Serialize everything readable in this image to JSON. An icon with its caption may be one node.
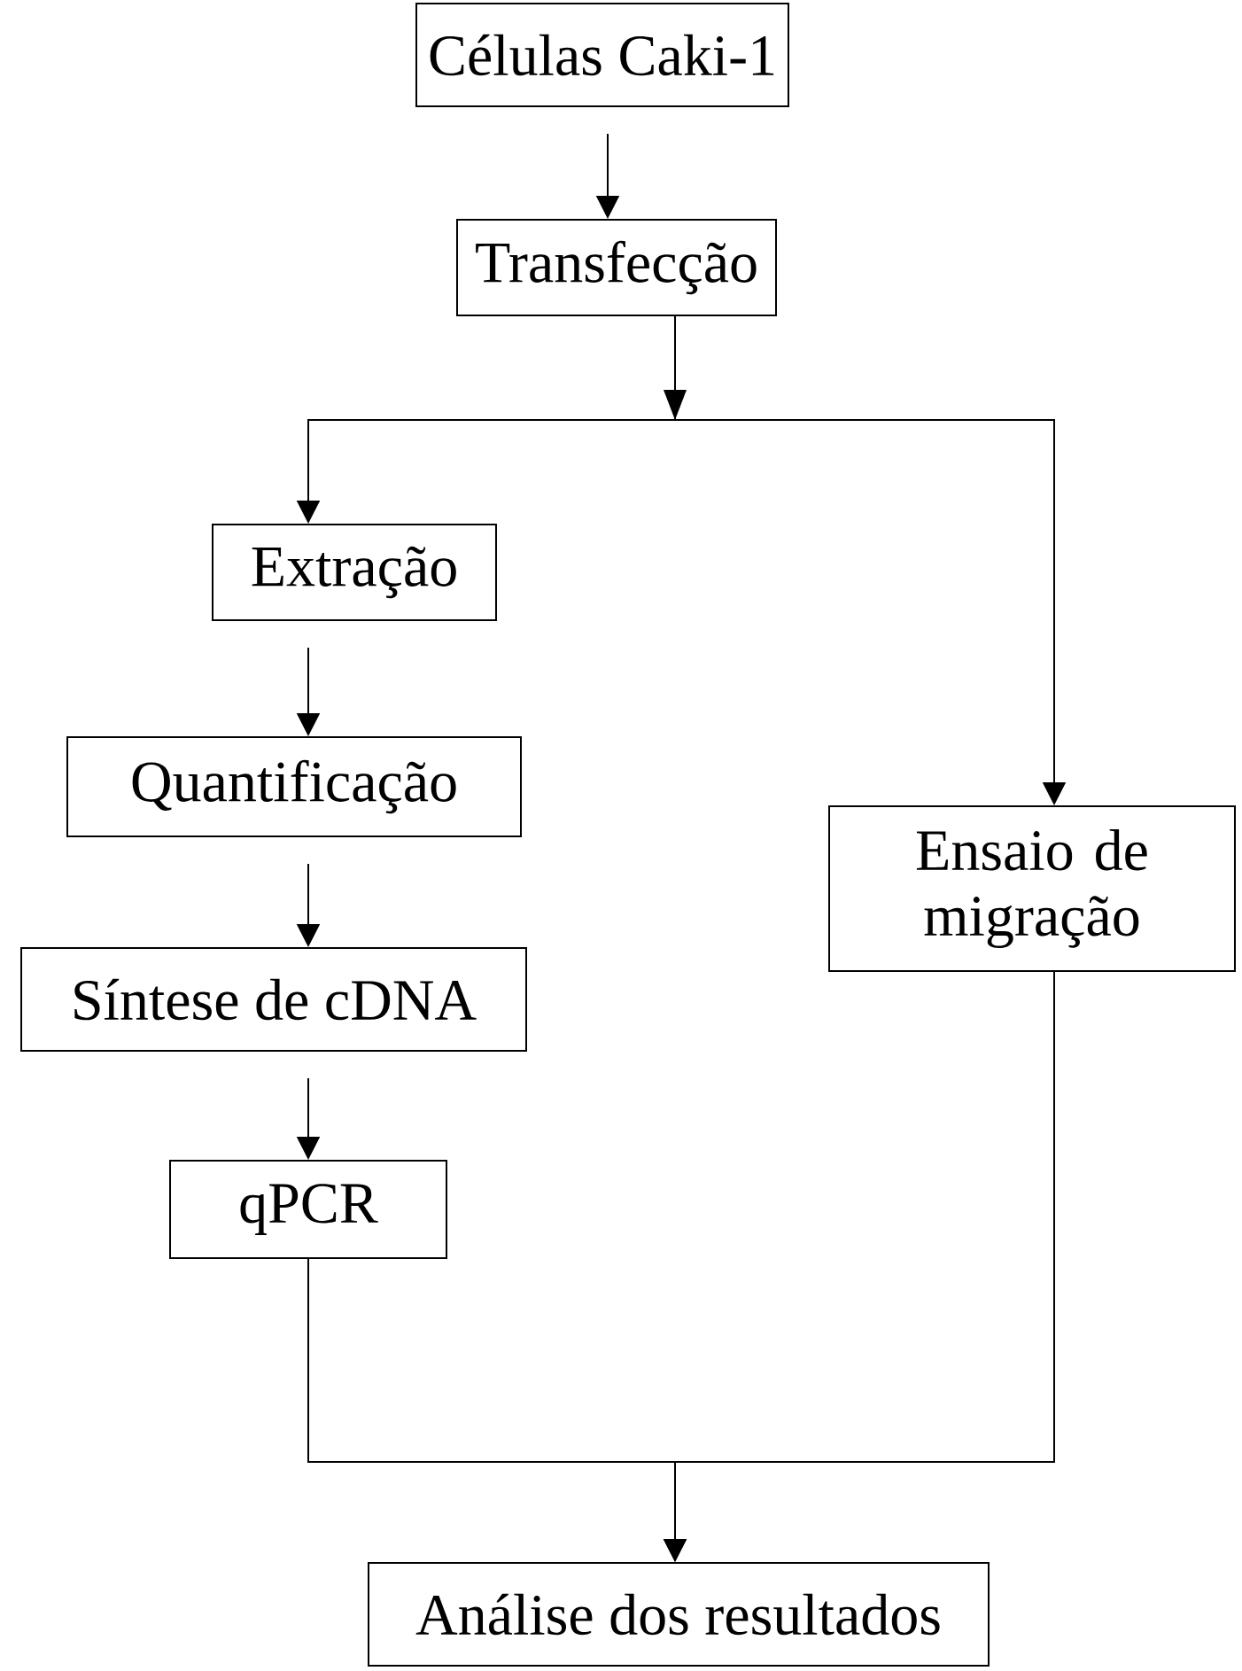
{
  "diagram": {
    "nodes": [
      {
        "text": [
          "Células Caki-1"
        ]
      },
      {
        "text": [
          "Transfecção"
        ]
      },
      {
        "text": [
          "Extração"
        ]
      },
      {
        "text": [
          "Quantificação"
        ]
      },
      {
        "text": [
          "Ensaio de migração"
        ]
      },
      {
        "text": [
          "Síntese de cDNA"
        ]
      },
      {
        "text": [
          "qPCR"
        ]
      },
      {
        "text": [
          "Análise dos resultados"
        ]
      }
    ],
    "edges": [
      {
        "from": 0,
        "to": 1,
        "arrow": "to"
      },
      {
        "from": 1,
        "to": 2,
        "arrow": "to"
      },
      {
        "from": 1,
        "to": 4,
        "arrow": "to"
      },
      {
        "from": 2,
        "to": 3,
        "arrow": "to"
      },
      {
        "from": 3,
        "to": 5,
        "arrow": "to"
      },
      {
        "from": 5,
        "to": 6,
        "arrow": "to"
      },
      {
        "from": 6,
        "to": 7,
        "arrow": "to"
      },
      {
        "from": 4,
        "to": 7,
        "arrow": "to"
      }
    ]
  }
}
